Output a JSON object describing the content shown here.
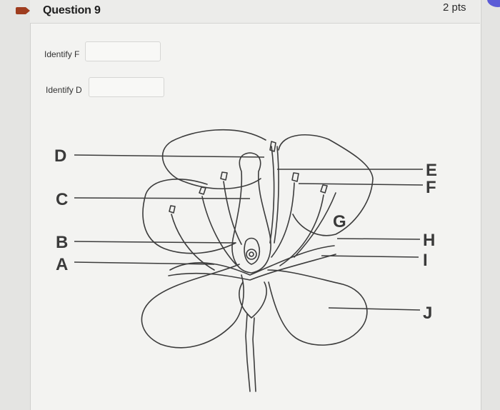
{
  "question": {
    "title": "Question 9",
    "points": "2 pts"
  },
  "fields": [
    {
      "label": "Identify F",
      "value": ""
    },
    {
      "label": "Identify D",
      "value": ""
    }
  ],
  "diagram": {
    "labels": [
      "D",
      "C",
      "B",
      "A",
      "E",
      "F",
      "H",
      "I",
      "J",
      "G"
    ]
  }
}
